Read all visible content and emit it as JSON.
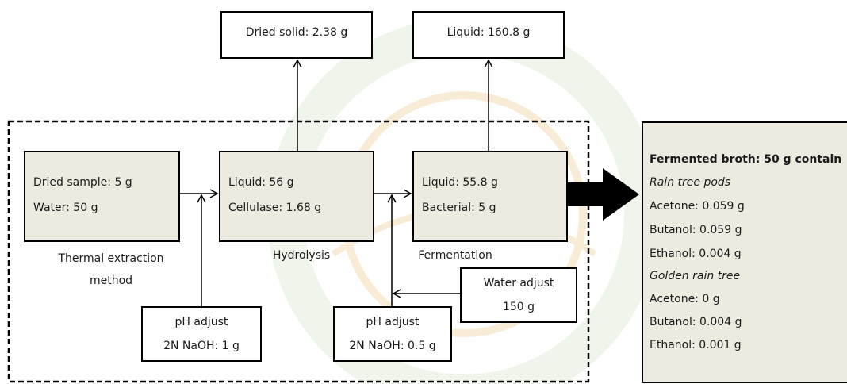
{
  "top_outputs": {
    "dried_solid": "Dried solid: 2.38 g",
    "liquid": "Liquid: 160.8 g"
  },
  "steps": [
    {
      "lines": [
        "Dried sample:  5 g",
        "Water: 50 g"
      ],
      "label": [
        "Thermal extraction",
        "method"
      ]
    },
    {
      "lines": [
        "Liquid: 56 g",
        "Cellulase: 1.68 g"
      ],
      "label": [
        "Hydrolysis"
      ]
    },
    {
      "lines": [
        "Liquid: 55.8 g",
        "Bacterial: 5 g"
      ],
      "label": [
        "Fermentation"
      ]
    }
  ],
  "inputs": {
    "ph_adjust_1": [
      "pH adjust",
      "2N NaOH: 1 g"
    ],
    "ph_adjust_2": [
      "pH adjust",
      "2N NaOH: 0.5 g"
    ],
    "water_adjust": [
      "Water adjust",
      "150 g"
    ]
  },
  "result": {
    "title": "Fermented broth: 50 g contain",
    "groups": [
      {
        "name": "Rain tree pods",
        "items": [
          "Acetone: 0.059 g",
          "Butanol: 0.059 g",
          "Ethanol: 0.004 g"
        ]
      },
      {
        "name": "Golden rain tree",
        "items": [
          "Acetone: 0 g",
          "Butanol: 0.004 g",
          "Ethanol: 0.001 g"
        ]
      }
    ]
  },
  "colors": {
    "box_fill": "#edeae0",
    "watermark": "#e6efe0"
  }
}
